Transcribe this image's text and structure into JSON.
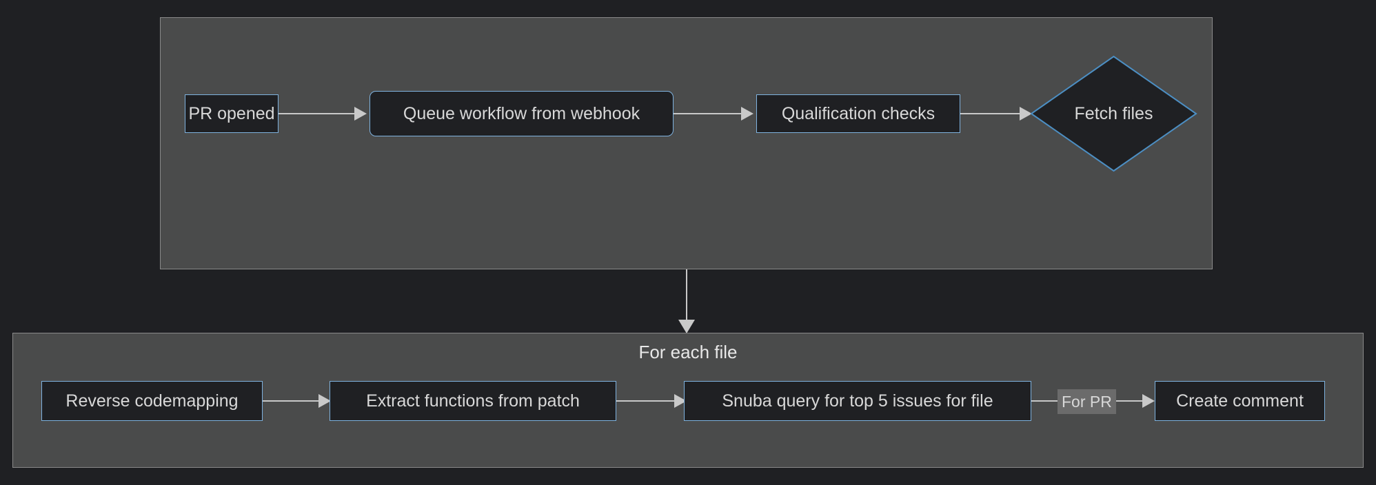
{
  "diagram": {
    "type": "flowchart",
    "direction": "left-to-right",
    "background_color": "#1f2023",
    "node_fill_color": "#1f2023",
    "node_border_color": "#7fb3e0",
    "subgraph_fill_color": "#4a4b4b",
    "subgraph_border_color": "#8a8a8a",
    "edge_color": "#c9c9c9",
    "text_color": "#d8d8d8"
  },
  "subgraphs": [
    {
      "id": "top",
      "title": "",
      "nodes": [
        {
          "id": "pr-opened",
          "label": "PR opened",
          "shape": "rect"
        },
        {
          "id": "queue-workflow",
          "label": "Queue workflow from webhook",
          "shape": "rounded-rect"
        },
        {
          "id": "qualification",
          "label": "Qualification checks",
          "shape": "rect"
        },
        {
          "id": "fetch-files",
          "label": "Fetch files",
          "shape": "diamond"
        }
      ]
    },
    {
      "id": "foreach",
      "title": "For each file",
      "nodes": [
        {
          "id": "reverse-codemapping",
          "label": "Reverse codemapping",
          "shape": "rect"
        },
        {
          "id": "extract-functions",
          "label": "Extract functions from patch",
          "shape": "rect"
        },
        {
          "id": "snuba-query",
          "label": "Snuba query for top 5 issues for file",
          "shape": "rect"
        },
        {
          "id": "create-comment",
          "label": "Create comment",
          "shape": "rect"
        }
      ]
    }
  ],
  "edges": [
    {
      "from": "pr-opened",
      "to": "queue-workflow",
      "label": ""
    },
    {
      "from": "queue-workflow",
      "to": "qualification",
      "label": ""
    },
    {
      "from": "qualification",
      "to": "fetch-files",
      "label": ""
    },
    {
      "from": "fetch-files",
      "to": "foreach-subgraph",
      "label": ""
    },
    {
      "from": "reverse-codemapping",
      "to": "extract-functions",
      "label": ""
    },
    {
      "from": "extract-functions",
      "to": "snuba-query",
      "label": ""
    },
    {
      "from": "snuba-query",
      "to": "create-comment",
      "label": "For PR"
    }
  ],
  "labels": {
    "for_each_file": "For each file",
    "for_pr": "For PR"
  }
}
